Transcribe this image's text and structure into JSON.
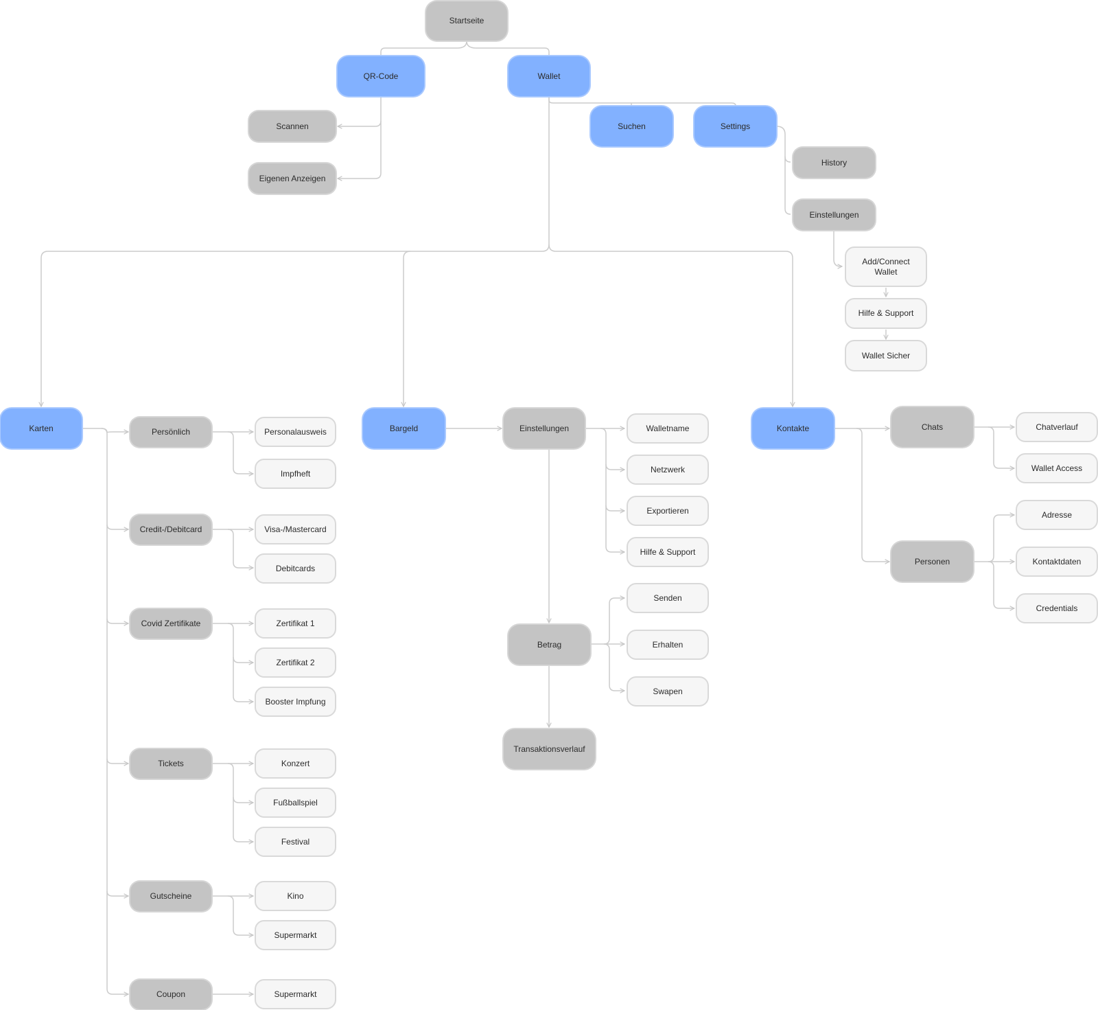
{
  "nodes": {
    "startseite": "Startseite",
    "qr_code": "QR-Code",
    "wallet": "Wallet",
    "scannen": "Scannen",
    "eigenen_anzeigen": "Eigenen Anzeigen",
    "suchen": "Suchen",
    "settings": "Settings",
    "history": "History",
    "einstellungen_top": "Einstellungen",
    "add_connect_wallet": "Add/Connect\nWallet",
    "hilfe_support_top": "Hilfe & Support",
    "wallet_sicher": "Wallet Sicher",
    "karten": "Karten",
    "persoenlich": "Persönlich",
    "personalausweis": "Personalausweis",
    "impfheft": "Impfheft",
    "credit_debitcard": "Credit-/Debitcard",
    "visa_mastercard": "Visa-/Mastercard",
    "debitcards": "Debitcards",
    "covid_zertifikate": "Covid Zertifikate",
    "zertifikat_1": "Zertifikat 1",
    "zertifikat_2": "Zertifikat 2",
    "booster_impfung": "Booster Impfung",
    "tickets": "Tickets",
    "konzert": "Konzert",
    "fussballspiel": "Fußballspiel",
    "festival": "Festival",
    "gutscheine": "Gutscheine",
    "kino": "Kino",
    "supermarkt_1": "Supermarkt",
    "coupon": "Coupon",
    "supermarkt_2": "Supermarkt",
    "bargeld": "Bargeld",
    "einstellungen_mid": "Einstellungen",
    "walletname": "Walletname",
    "netzwerk": "Netzwerk",
    "exportieren": "Exportieren",
    "hilfe_support_mid": "Hilfe & Support",
    "betrag": "Betrag",
    "senden": "Senden",
    "erhalten": "Erhalten",
    "swapen": "Swapen",
    "transaktionsverlauf": "Transaktionsverlauf",
    "kontakte": "Kontakte",
    "chats": "Chats",
    "chatverlauf": "Chatverlauf",
    "wallet_access": "Wallet Access",
    "personen": "Personen",
    "adresse": "Adresse",
    "kontaktdaten": "Kontaktdaten",
    "credentials": "Credentials"
  },
  "colors": {
    "primary_node": "#82b1ff",
    "secondary_node": "#c4c4c4",
    "leaf_node": "#f6f6f6",
    "connector": "#c9c9c9"
  }
}
